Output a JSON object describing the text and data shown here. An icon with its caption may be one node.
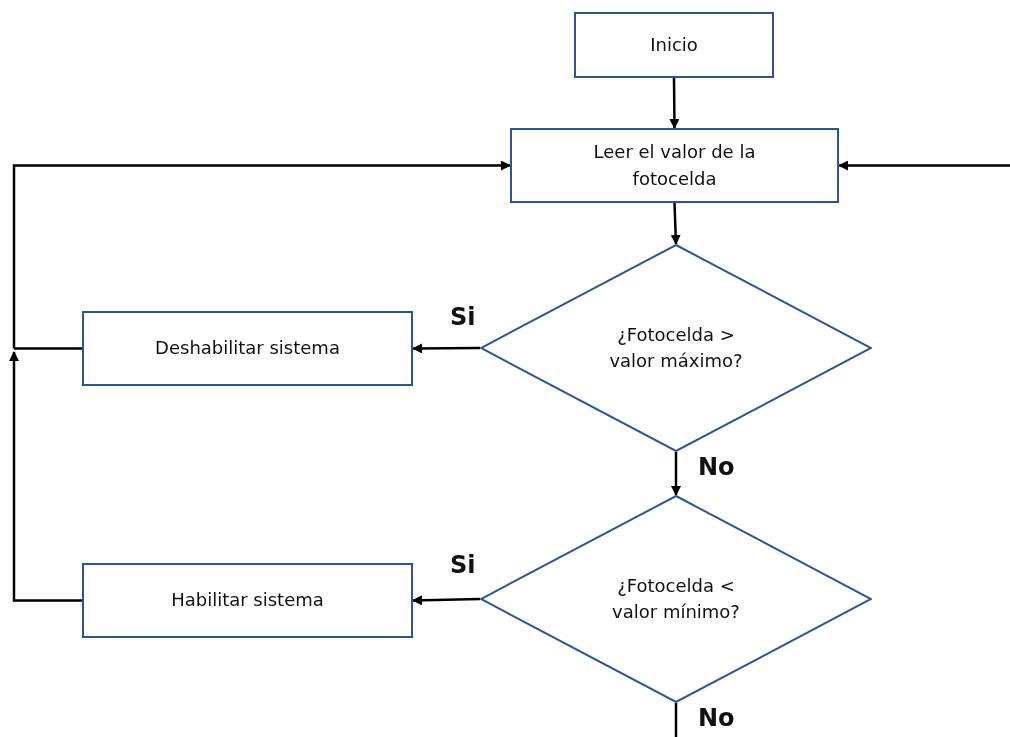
{
  "diagram": {
    "nodes": [
      {
        "text": [
          "Inicio"
        ]
      },
      {
        "text": [
          "Leer el valor de la fotocelda"
        ]
      },
      {
        "text": [
          "¿Fotocelda > valor máximo?"
        ]
      },
      {
        "text": [
          "Deshabilitar sistema"
        ]
      },
      {
        "text": [
          "¿Fotocelda < valor mínimo?"
        ]
      },
      {
        "text": [
          "Habilitar sistema"
        ]
      }
    ],
    "edges": [
      {
        "from": 0,
        "to": 1,
        "arrow": "to"
      },
      {
        "from": 1,
        "to": 2,
        "arrow": "to"
      },
      {
        "from": 2,
        "to": 3,
        "arrow": "to",
        "label": "Si"
      },
      {
        "from": 2,
        "to": 4,
        "arrow": "to",
        "label": "No"
      },
      {
        "from": 4,
        "to": 5,
        "arrow": "to",
        "label": "Si"
      },
      {
        "from": 3,
        "to": 1,
        "arrow": "to"
      },
      {
        "from": 5,
        "to": 1,
        "arrow": "to"
      },
      {
        "from": 4,
        "to": null,
        "arrow": "none",
        "label": "No"
      },
      {
        "from": null,
        "to": 1,
        "arrow": "to"
      }
    ]
  }
}
